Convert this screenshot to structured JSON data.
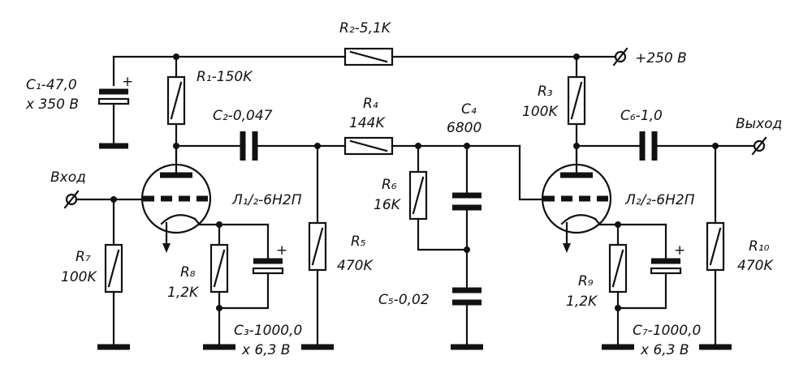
{
  "labels": {
    "r1_name": "R₁",
    "r1_value": "-150K",
    "r2_name": "R₂",
    "r2_value": "-5,1K",
    "r3_name": "R₃",
    "r3_value": "100K",
    "r4_name": "R₄",
    "r4_value": "144K",
    "r5_name": "R₅",
    "r5_value": "470K",
    "r6_name": "R₆",
    "r6_value": "16K",
    "r7_name": "R₇",
    "r7_value": "100K",
    "r8_name": "R₈",
    "r8_value": "1,2K",
    "r9_name": "R₉",
    "r9_value": "1,2K",
    "r10_name": "R₁₀",
    "r10_value": "470K",
    "c1_line1": "C₁-47,0",
    "c1_line2": "x 350 B",
    "c2": "C₂-0,047",
    "c3_line1": "C₃-1000,0",
    "c3_line2": "x 6,3 B",
    "c4_name": "C₄",
    "c4_value": "6800",
    "c5": "C₅-0,02",
    "c6": "C₆-1,0",
    "c7_line1": "C₇-1000,0",
    "c7_line2": "x 6,3 B",
    "tube1": "Л₁/₂-6Н2П",
    "tube2": "Л₂/₂-6Н2П",
    "input": "Вход",
    "output": "Выход",
    "supply": "+250 B",
    "plus": "+"
  }
}
